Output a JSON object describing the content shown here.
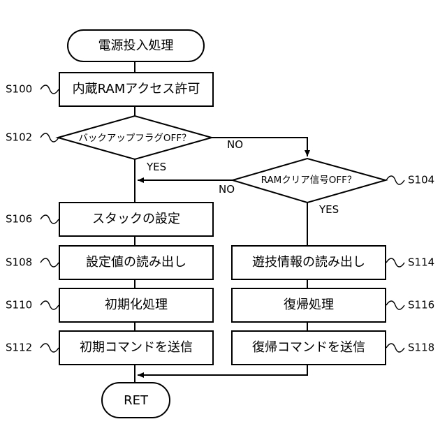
{
  "nodes": {
    "start": "電源投入処理",
    "s100": "内蔵RAMアクセス許可",
    "s102": "バックアップフラグOFF？",
    "s104": "RAMクリア信号OFF？",
    "s106": "スタックの設定",
    "s108": "設定値の読み出し",
    "s110": "初期化処理",
    "s112": "初期コマンドを送信",
    "s114": "遊技情報の読み出し",
    "s116": "復帰処理",
    "s118": "復帰コマンドを送信",
    "end": "RET"
  },
  "step_labels": {
    "s100": "S100",
    "s102": "S102",
    "s104": "S104",
    "s106": "S106",
    "s108": "S108",
    "s110": "S110",
    "s112": "S112",
    "s114": "S114",
    "s116": "S116",
    "s118": "S118"
  },
  "branches": {
    "s102_no": "NO",
    "s102_yes": "YES",
    "s104_no": "NO",
    "s104_yes": "YES"
  }
}
